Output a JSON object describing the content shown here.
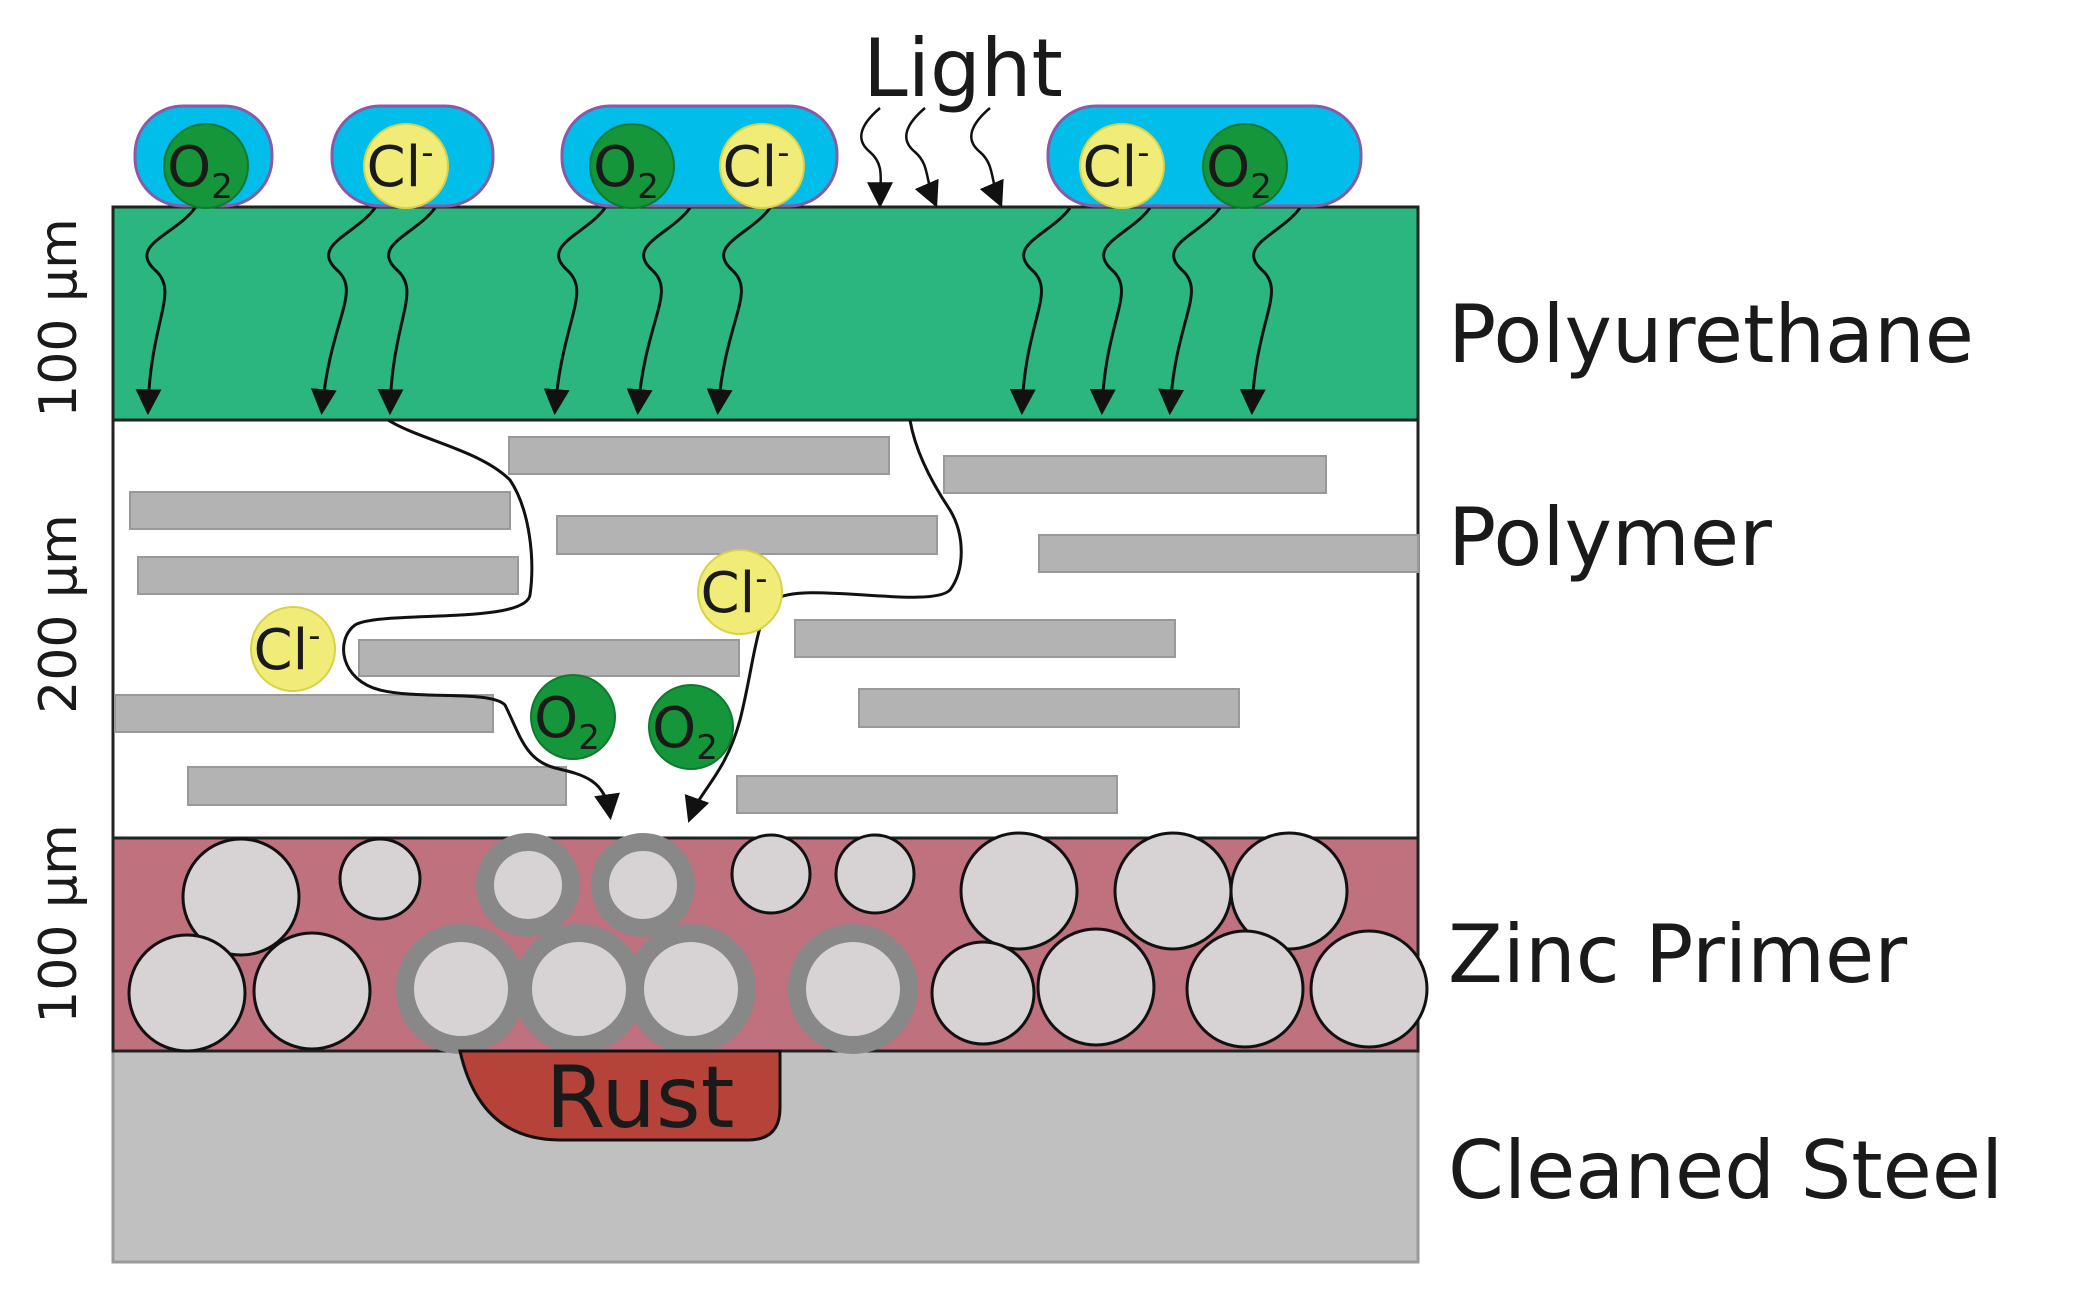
{
  "title": "Light",
  "layers": {
    "polyurethane": {
      "label": "Polyurethane",
      "thickness": "100 µm",
      "color": "#2bb67f"
    },
    "polymer": {
      "label": "Polymer",
      "thickness": "200 µm",
      "color": "#ffffff",
      "flake_color": "#b3b3b3"
    },
    "zinc_primer": {
      "label": "Zinc Primer",
      "thickness": "100 µm",
      "color": "#bf717e",
      "particle_color": "#d7d2d3"
    },
    "steel": {
      "label": "Cleaned Steel",
      "color": "#c0c0c0"
    }
  },
  "rust": {
    "label": "Rust",
    "color": "#b5433a"
  },
  "species": {
    "oxygen": {
      "base": "O",
      "subscript": "2",
      "color": "#15963b"
    },
    "chloride": {
      "base": "Cl",
      "superscript": "-",
      "color": "#f0ec77"
    },
    "water_color": "#00bde9"
  }
}
